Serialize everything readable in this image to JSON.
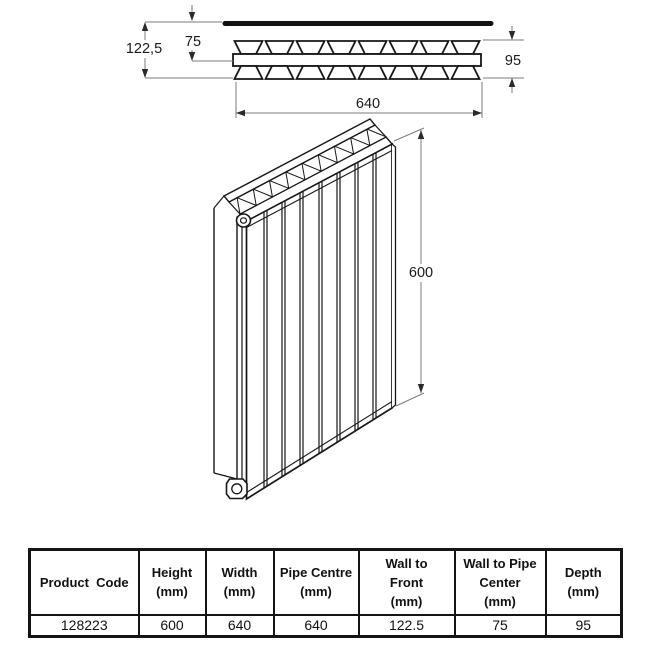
{
  "drawing": {
    "dims": {
      "wall_to_front": "122,5",
      "wall_to_pipe": "75",
      "depth": "95",
      "width": "640",
      "height": "600"
    }
  },
  "table": {
    "headers": {
      "product_code": [
        "Product  Code"
      ],
      "height": [
        "Height",
        "(mm)"
      ],
      "width": [
        "Width",
        "(mm)"
      ],
      "pipe_centre": [
        "Pipe Centre",
        "(mm)"
      ],
      "wall_to_front": [
        "Wall to",
        "Front",
        "(mm)"
      ],
      "wall_to_pipe": [
        "Wall to Pipe",
        "Center",
        "(mm)"
      ],
      "depth": [
        "Depth",
        "(mm)"
      ]
    },
    "row": {
      "product_code": "128223",
      "height": "600",
      "width": "640",
      "pipe_centre": "640",
      "wall_to_front": "122.5",
      "wall_to_pipe": "75",
      "depth": "95"
    }
  },
  "colors": {
    "line": "#161616",
    "dimension_line": "#7b7b7b",
    "text": "#1a1a1a",
    "background": "#ffffff"
  }
}
